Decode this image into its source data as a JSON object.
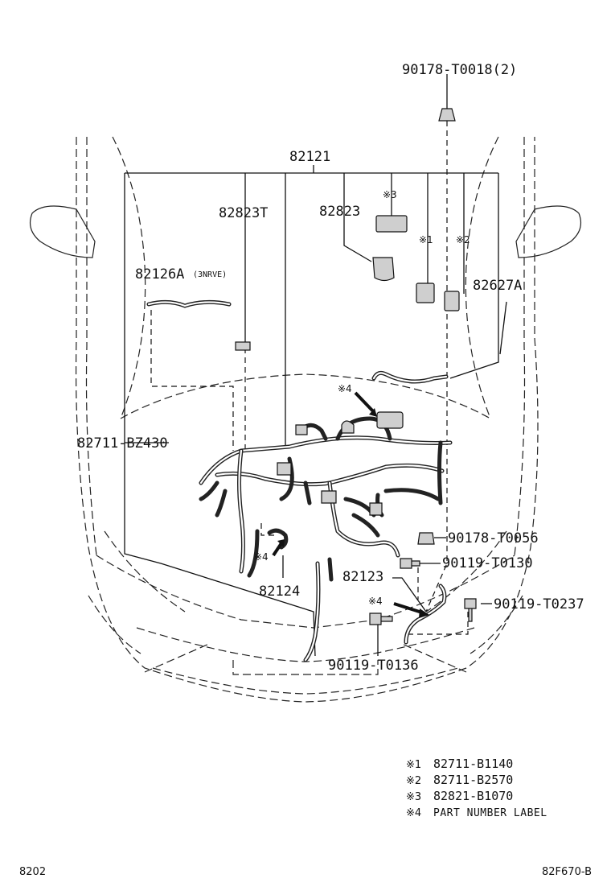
{
  "callouts": {
    "p90178_T0018": "90178-T0018(2)",
    "p82121": "82121",
    "p82823T": "82823T",
    "p82823": "82823",
    "p82126A": "82126A",
    "p82126A_note": "(3NRVE)",
    "p82627A": "82627A",
    "p82711_BZ430": "82711-BZ430",
    "p90178_T0056": "90178-T0056",
    "p90119_T0130": "90119-T0130",
    "p82123": "82123",
    "p82124": "82124",
    "p90119_T0237": "90119-T0237",
    "p90119_T0136": "90119-T0136"
  },
  "marks": {
    "m1": "※1",
    "m2": "※2",
    "m3": "※3",
    "m4": "※4"
  },
  "legend": [
    {
      "symbol": "※1",
      "text": "82711-B1140"
    },
    {
      "symbol": "※2",
      "text": "82711-B2570"
    },
    {
      "symbol": "※3",
      "text": "82821-B1070"
    },
    {
      "symbol": "※4",
      "text": "PART NUMBER LABEL"
    }
  ],
  "footer": {
    "left": "8202",
    "right": "82F670-B"
  }
}
